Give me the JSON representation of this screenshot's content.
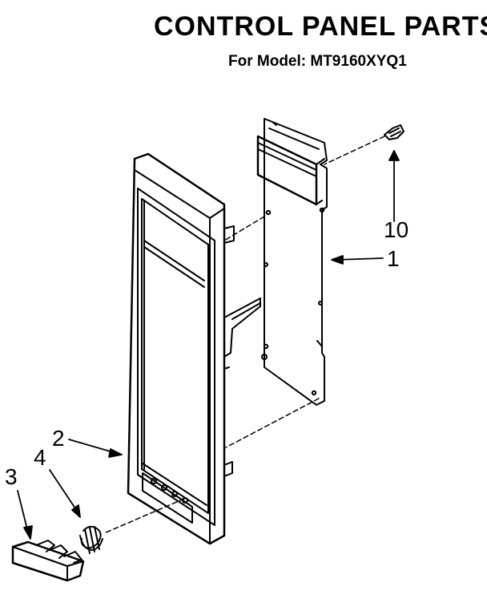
{
  "header": {
    "title": "CONTROL PANEL PARTS",
    "model_line": "For Model: MT9160XYQ1"
  },
  "callouts": [
    {
      "id": "part-1",
      "label": "1"
    },
    {
      "id": "part-2",
      "label": "2"
    },
    {
      "id": "part-3",
      "label": "3"
    },
    {
      "id": "part-4",
      "label": "4"
    },
    {
      "id": "part-10",
      "label": "10"
    }
  ],
  "colors": {
    "line": "#000000",
    "background": "#ffffff"
  }
}
